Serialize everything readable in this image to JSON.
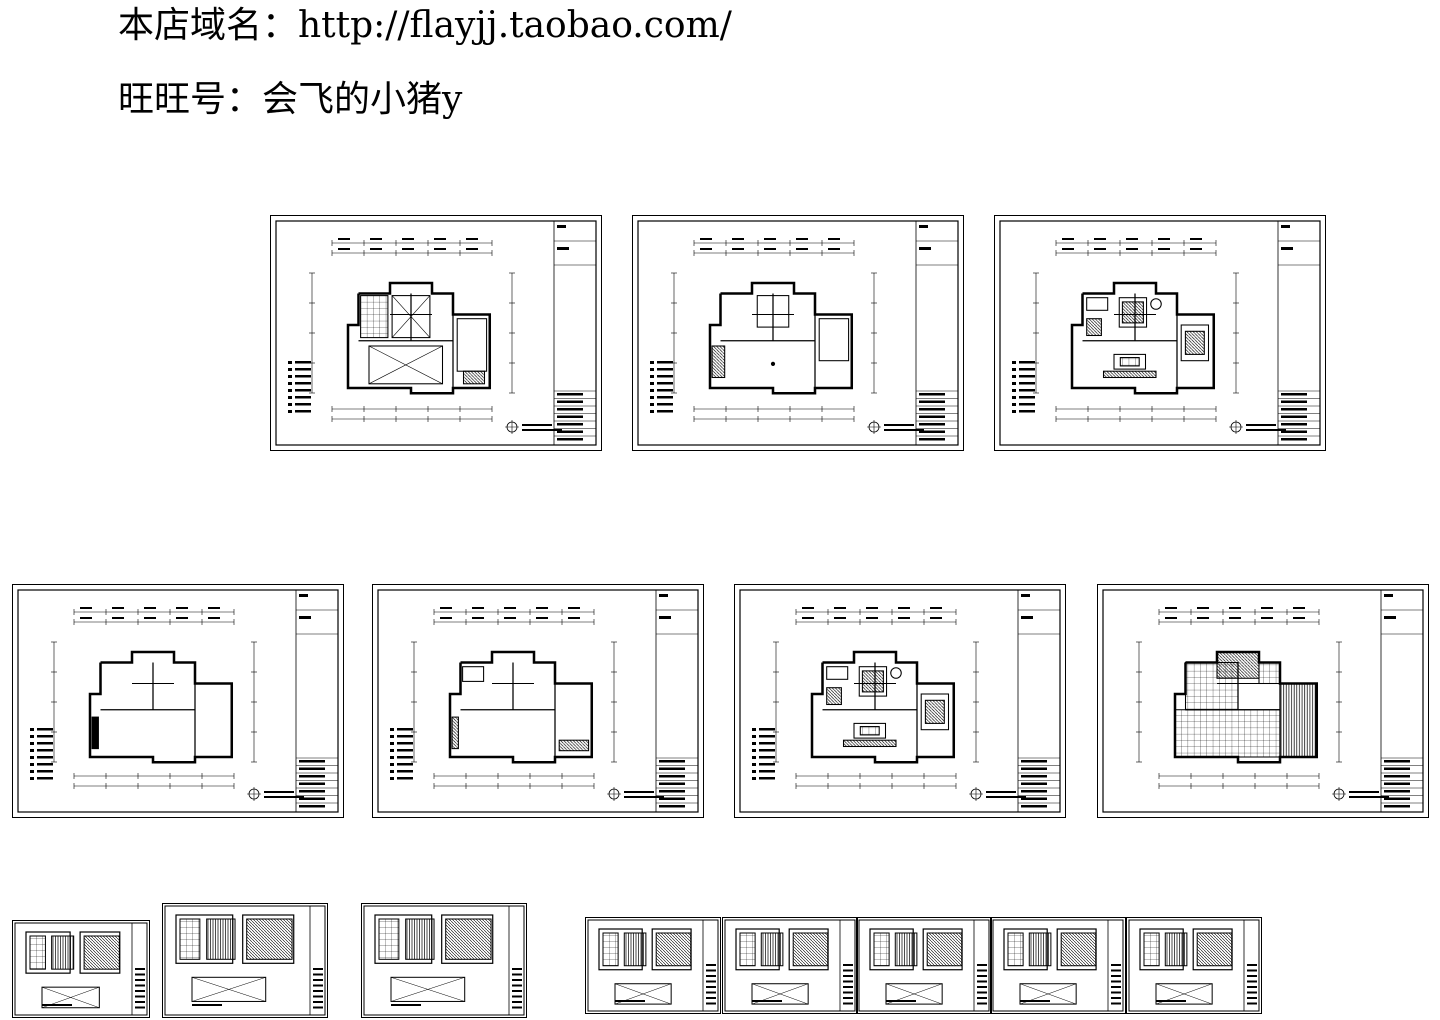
{
  "header": {
    "domain_line": "本店域名：http://flayjj.taobao.com/",
    "wangwang_line": "旺旺号：会飞的小猪y"
  },
  "sheets": [
    {
      "id": "sheet-1",
      "kind": "ceiling"
    },
    {
      "id": "sheet-2",
      "kind": "ceiling-blank"
    },
    {
      "id": "sheet-3",
      "kind": "furniture"
    },
    {
      "id": "sheet-4",
      "kind": "original"
    },
    {
      "id": "sheet-5",
      "kind": "demolition"
    },
    {
      "id": "sheet-6",
      "kind": "furniture"
    },
    {
      "id": "sheet-7",
      "kind": "floor-tile"
    },
    {
      "id": "sheet-8",
      "kind": "elevation"
    },
    {
      "id": "sheet-9",
      "kind": "elevation"
    },
    {
      "id": "sheet-10",
      "kind": "elevation"
    },
    {
      "id": "sheet-11",
      "kind": "elevation"
    },
    {
      "id": "sheet-12",
      "kind": "elevation"
    },
    {
      "id": "sheet-13",
      "kind": "elevation"
    },
    {
      "id": "sheet-14",
      "kind": "elevation"
    },
    {
      "id": "sheet-15",
      "kind": "elevation"
    }
  ]
}
